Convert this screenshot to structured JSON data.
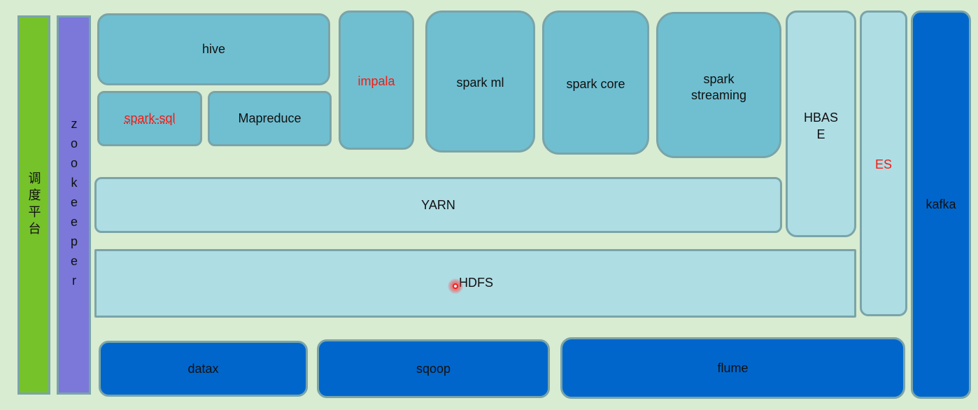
{
  "blocks": {
    "scheduler": "调度平台",
    "zookeeper": "zookeeper",
    "hive": "hive",
    "spark_sql": "spark-sql",
    "mapreduce": "Mapreduce",
    "impala": "impala",
    "spark_ml": "spark ml",
    "spark_core": "spark core",
    "spark_streaming_line1": "spark",
    "spark_streaming_line2": "streaming",
    "hbase_line1": "HBAS",
    "hbase_line2": "E",
    "es": "ES",
    "kafka": "kafka",
    "yarn": "YARN",
    "hdfs": "HDFS",
    "datax": "datax",
    "sqoop": "sqoop",
    "flume": "flume"
  },
  "colors": {
    "background": "#d8ecd2",
    "scheduler": "#76c22b",
    "zookeeper": "#7b78da",
    "compute": "#6fbfd1",
    "storage": "#aedde4",
    "ingest": "#0066cc",
    "highlight_text": "#f51a12"
  }
}
